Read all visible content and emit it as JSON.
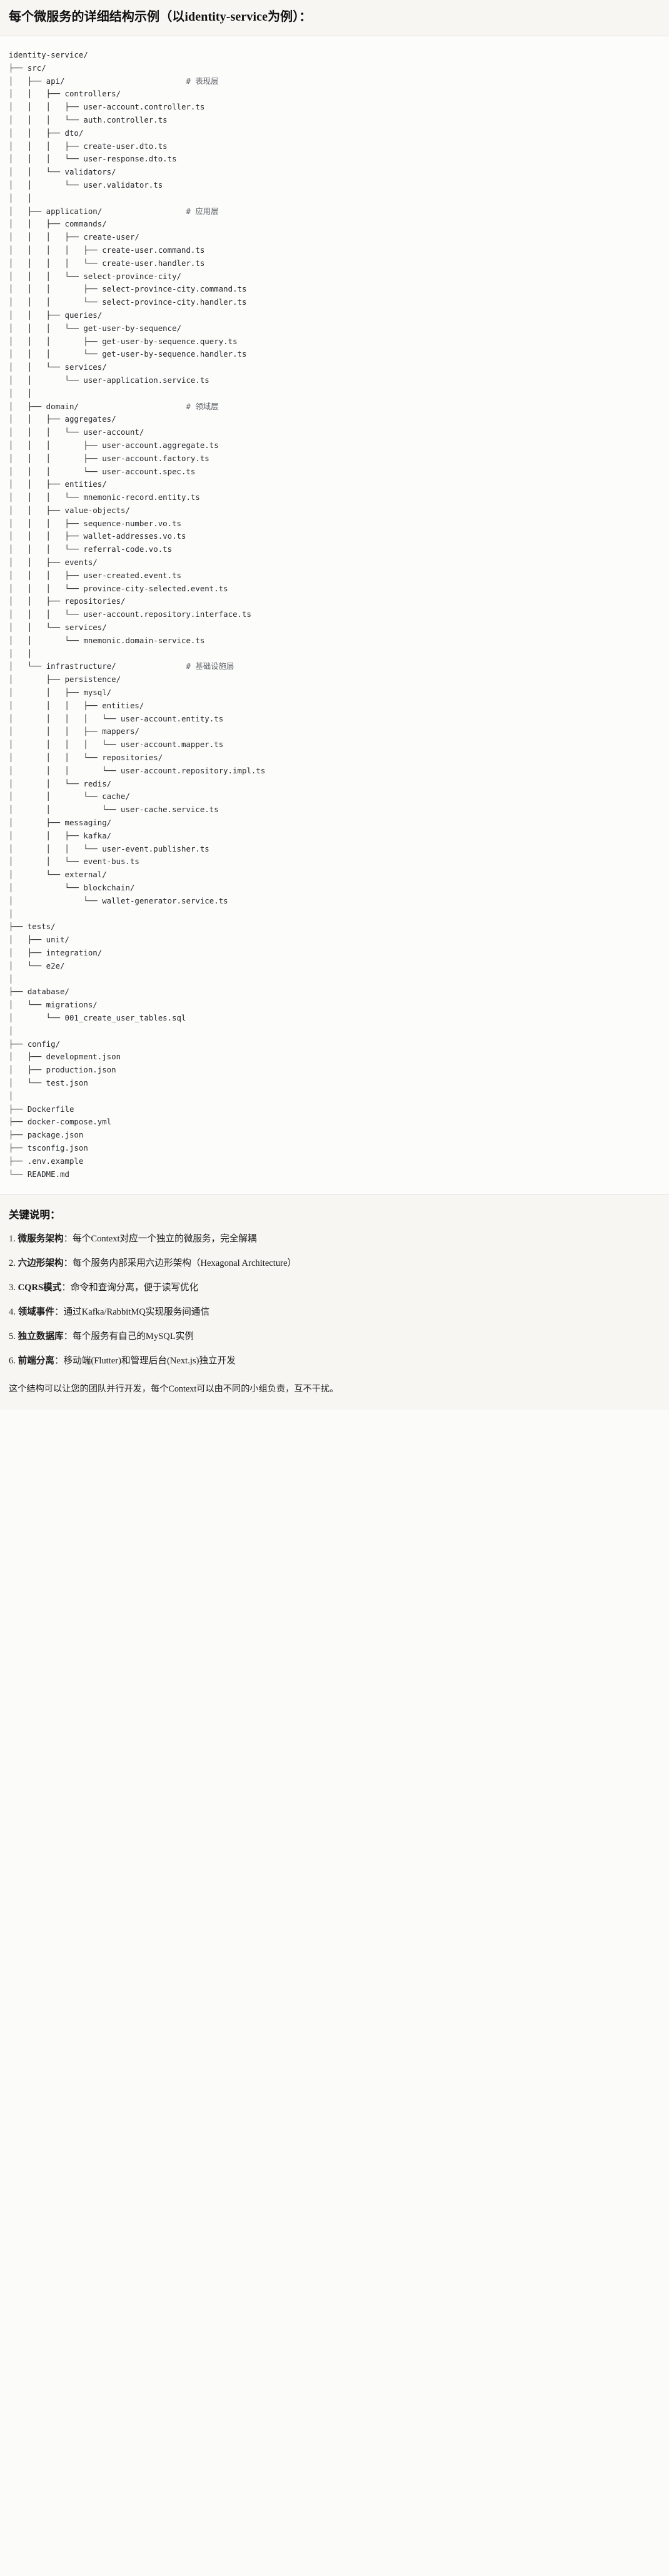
{
  "heading": {
    "title": "每个微服务的详细结构示例（以identity-service为例）："
  },
  "tree": {
    "root": "identity-service/",
    "comments": {
      "api": "# 表现层",
      "application": "# 应用层",
      "domain": "# 领域层",
      "infrastructure": "# 基础设施层"
    },
    "text": "identity-service/\n├── src/\n│   ├── api/                          # 表现层\n│   │   ├── controllers/\n│   │   │   ├── user-account.controller.ts\n│   │   │   └── auth.controller.ts\n│   │   ├── dto/\n│   │   │   ├── create-user.dto.ts\n│   │   │   └── user-response.dto.ts\n│   │   └── validators/\n│   │       └── user.validator.ts\n│   │\n│   ├── application/                  # 应用层\n│   │   ├── commands/\n│   │   │   ├── create-user/\n│   │   │   │   ├── create-user.command.ts\n│   │   │   │   └── create-user.handler.ts\n│   │   │   └── select-province-city/\n│   │   │       ├── select-province-city.command.ts\n│   │   │       └── select-province-city.handler.ts\n│   │   ├── queries/\n│   │   │   └── get-user-by-sequence/\n│   │   │       ├── get-user-by-sequence.query.ts\n│   │   │       └── get-user-by-sequence.handler.ts\n│   │   └── services/\n│   │       └── user-application.service.ts\n│   │\n│   ├── domain/                       # 领域层\n│   │   ├── aggregates/\n│   │   │   └── user-account/\n│   │   │       ├── user-account.aggregate.ts\n│   │   │       ├── user-account.factory.ts\n│   │   │       └── user-account.spec.ts\n│   │   ├── entities/\n│   │   │   └── mnemonic-record.entity.ts\n│   │   ├── value-objects/\n│   │   │   ├── sequence-number.vo.ts\n│   │   │   ├── wallet-addresses.vo.ts\n│   │   │   └── referral-code.vo.ts\n│   │   ├── events/\n│   │   │   ├── user-created.event.ts\n│   │   │   └── province-city-selected.event.ts\n│   │   ├── repositories/\n│   │   │   └── user-account.repository.interface.ts\n│   │   └── services/\n│   │       └── mnemonic.domain-service.ts\n│   │\n│   └── infrastructure/               # 基础设施层\n│       ├── persistence/\n│       │   ├── mysql/\n│       │   │   ├── entities/\n│       │   │   │   └── user-account.entity.ts\n│       │   │   ├── mappers/\n│       │   │   │   └── user-account.mapper.ts\n│       │   │   └── repositories/\n│       │   │       └── user-account.repository.impl.ts\n│       │   └── redis/\n│       │       └── cache/\n│       │           └── user-cache.service.ts\n│       ├── messaging/\n│       │   ├── kafka/\n│       │   │   └── user-event.publisher.ts\n│       │   └── event-bus.ts\n│       └── external/\n│           └── blockchain/\n│               └── wallet-generator.service.ts\n│\n├── tests/\n│   ├── unit/\n│   ├── integration/\n│   └── e2e/\n│\n├── database/\n│   └── migrations/\n│       └── 001_create_user_tables.sql\n│\n├── config/\n│   ├── development.json\n│   ├── production.json\n│   └── test.json\n│\n├── Dockerfile\n├── docker-compose.yml\n├── package.json\n├── tsconfig.json\n├── .env.example\n└── README.md"
  },
  "notes": {
    "title": "关键说明：",
    "items": [
      {
        "term": "微服务架构",
        "desc": "：每个Context对应一个独立的微服务，完全解耦"
      },
      {
        "term": "六边形架构",
        "desc": "：每个服务内部采用六边形架构（Hexagonal Architecture）"
      },
      {
        "term": "CQRS模式",
        "desc": "：命令和查询分离，便于读写优化"
      },
      {
        "term": "领域事件",
        "desc": "：通过Kafka/RabbitMQ实现服务间通信"
      },
      {
        "term": "独立数据库",
        "desc": "：每个服务有自己的MySQL实例"
      },
      {
        "term": "前端分离",
        "desc": "：移动端(Flutter)和管理后台(Next.js)独立开发"
      }
    ],
    "closing": "这个结构可以让您的团队并行开发，每个Context可以由不同的小组负责，互不干扰。"
  },
  "colors": {
    "page_bg": "#fbfbfa",
    "band_bg": "#f7f6f3",
    "code_bg": "#fcfcfb",
    "divider": "#e3e2de",
    "text": "#1f1f1f",
    "code_text": "#26282c",
    "comment_text": "#5f6368"
  }
}
